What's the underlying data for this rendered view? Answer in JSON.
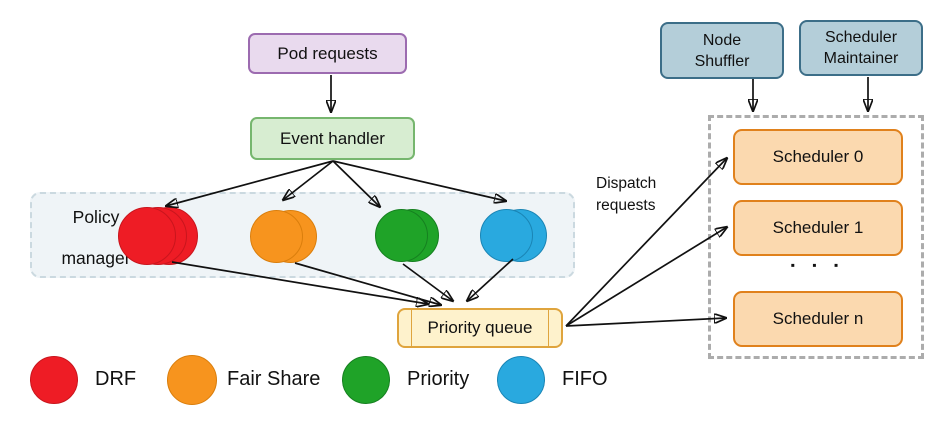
{
  "diagram": {
    "pod_requests": {
      "label": "Pod requests",
      "fill": "#E9DAEE",
      "border": "#9C6BB0"
    },
    "event_handler": {
      "label": "Event handler",
      "fill": "#D7EDD1",
      "border": "#76B66E"
    },
    "policy_manager": {
      "line1": "Policy",
      "line2": "manager",
      "fill": "#EFF4F7",
      "border": "#CBD9E0"
    },
    "priority_queue": {
      "label": "Priority queue",
      "fill": "#FEF2CC",
      "border": "#DFA43D"
    },
    "node_shuffler": {
      "line1": "Node",
      "line2": "Shuffler",
      "fill": "#B4CED9",
      "border": "#3C6E88"
    },
    "scheduler_maintainer": {
      "line1": "Scheduler",
      "line2": "Maintainer",
      "fill": "#B4CED9",
      "border": "#3C6E88"
    },
    "dispatch_label": {
      "line1": "Dispatch",
      "line2": "requests"
    },
    "schedulers": {
      "items": [
        "Scheduler 0",
        "Scheduler 1",
        "Scheduler n"
      ],
      "ellipsis": "▪ ▪ ▪",
      "fill": "#FBD9AF",
      "border": "#E0811C",
      "container_border": "#ACACAC"
    },
    "policies": [
      {
        "name": "DRF",
        "color": "#EE1C25",
        "border": "#C9151D"
      },
      {
        "name": "Fair Share",
        "color": "#F7941E",
        "border": "#DA7E0C"
      },
      {
        "name": "Priority",
        "color": "#1FA328",
        "border": "#168020"
      },
      {
        "name": "FIFO",
        "color": "#29A9DF",
        "border": "#1A85B5"
      }
    ],
    "arrow_color": "#111111"
  }
}
